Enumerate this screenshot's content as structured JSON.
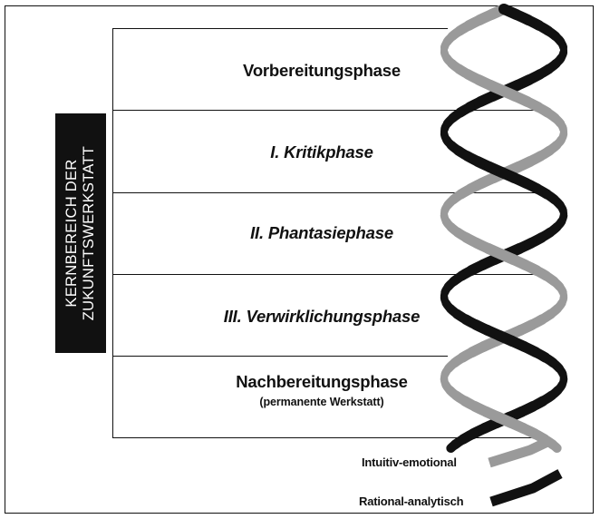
{
  "diagram": {
    "core_label": [
      "KERNBEREICH DER",
      "ZUKUNFTSWERKSTATT"
    ],
    "phases": [
      {
        "title": "Vorbereitungsphase",
        "subtitle": "",
        "italic": false
      },
      {
        "title": "I. Kritikphase",
        "subtitle": "",
        "italic": true
      },
      {
        "title": "II. Phantasiephase",
        "subtitle": "",
        "italic": true
      },
      {
        "title": "III. Verwirklichungsphase",
        "subtitle": "",
        "italic": true
      },
      {
        "title": "Nachbereitungsphase",
        "subtitle": "(permanente Werkstatt)",
        "italic": false
      }
    ],
    "strands": [
      {
        "label": "Intuitiv-emotional",
        "color": "#9a9a9a"
      },
      {
        "label": "Rational-analytisch",
        "color": "#111111"
      }
    ]
  }
}
